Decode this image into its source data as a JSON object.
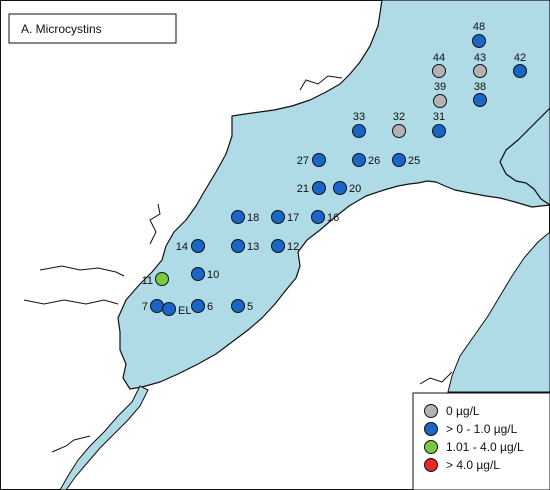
{
  "panel_title": "A. Microcystins",
  "colors": {
    "water": "#aedbe6",
    "shore": "#111111",
    "zero": "#b3b3b3",
    "low": "#1a66c8",
    "mid": "#7ac943",
    "high": "#e8262b"
  },
  "legend": [
    {
      "label": "0 µg/L",
      "category": "zero"
    },
    {
      "label": "> 0 - 1.0 µg/L",
      "category": "low"
    },
    {
      "label": "1.01 - 4.0 µg/L",
      "category": "mid"
    },
    {
      "label": "> 4.0 µg/L",
      "category": "high"
    }
  ],
  "sites": [
    {
      "label": "48",
      "category": "low"
    },
    {
      "label": "44",
      "category": "zero"
    },
    {
      "label": "43",
      "category": "zero"
    },
    {
      "label": "42",
      "category": "low"
    },
    {
      "label": "39",
      "category": "zero"
    },
    {
      "label": "38",
      "category": "low"
    },
    {
      "label": "33",
      "category": "low"
    },
    {
      "label": "32",
      "category": "zero"
    },
    {
      "label": "31",
      "category": "low"
    },
    {
      "label": "27",
      "category": "low"
    },
    {
      "label": "26",
      "category": "low"
    },
    {
      "label": "25",
      "category": "low"
    },
    {
      "label": "21",
      "category": "low"
    },
    {
      "label": "20",
      "category": "low"
    },
    {
      "label": "18",
      "category": "low"
    },
    {
      "label": "17",
      "category": "low"
    },
    {
      "label": "16",
      "category": "low"
    },
    {
      "label": "14",
      "category": "low"
    },
    {
      "label": "13",
      "category": "low"
    },
    {
      "label": "12",
      "category": "low"
    },
    {
      "label": "11",
      "category": "mid"
    },
    {
      "label": "10",
      "category": "low"
    },
    {
      "label": "7",
      "category": "low"
    },
    {
      "label": "EL",
      "category": "low"
    },
    {
      "label": "6",
      "category": "low"
    },
    {
      "label": "5",
      "category": "low"
    }
  ]
}
